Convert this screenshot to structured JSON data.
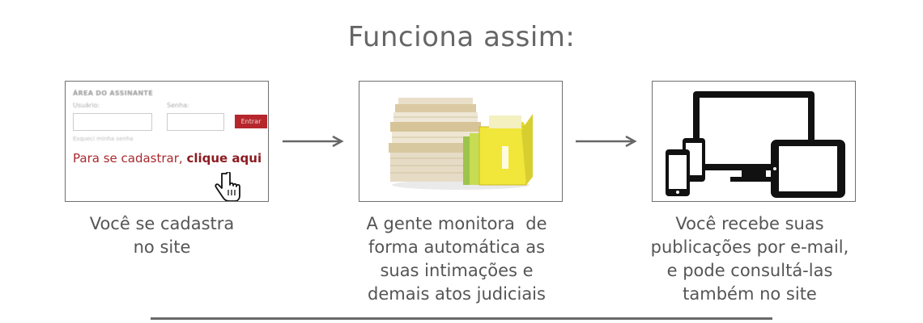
{
  "title": "Funciona assim:",
  "step1": {
    "login": {
      "heading": "ÁREA DO ASSINANTE",
      "user_label": "Usuário:",
      "password_label": "Senha:",
      "enter_button": "Entrar",
      "forgot": "Esqueci minha senha",
      "register_prefix": "Para se cadastrar,",
      "register_link": "clique aqui"
    },
    "caption": [
      "Você se cadastra",
      "no site"
    ]
  },
  "step2": {
    "image": "stack-of-folders",
    "caption": [
      "A gente monitora  de",
      "forma automática as",
      "suas intimações e",
      "demais atos judiciais"
    ]
  },
  "step3": {
    "image": "devices-monitor-tablet-phones",
    "caption": [
      "Você recebe suas",
      "publicações por e-mail,",
      "e pode consultá-las",
      "também no site"
    ]
  },
  "colors": {
    "accent": "#a8292e",
    "text": "#555555",
    "border": "#6f6f6f"
  }
}
